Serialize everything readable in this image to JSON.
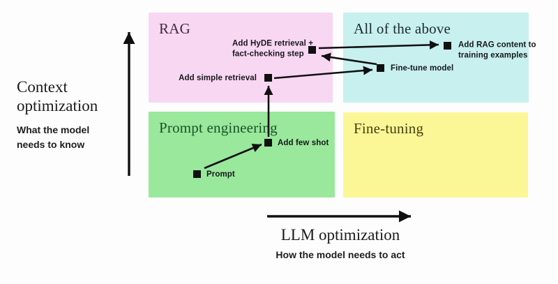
{
  "diagram": {
    "y_axis": {
      "title": "Context\noptimization",
      "subtitle": "What the model\nneeds to know"
    },
    "x_axis": {
      "title": "LLM optimization",
      "subtitle": "How the model needs to act"
    }
  },
  "quadrants": {
    "rag": {
      "label": "RAG",
      "bg": "#f8d7f3",
      "fg": "#3e2a40"
    },
    "all_of_the_above": {
      "label": "All of the above",
      "bg": "#c7f0ef",
      "fg": "#1c2b2e"
    },
    "prompt_engineering": {
      "label": "Prompt engineering",
      "bg": "#99e89c",
      "fg": "#1a5426"
    },
    "fine_tuning": {
      "label": "Fine-tuning",
      "bg": "#fbf796",
      "fg": "#454011"
    }
  },
  "nodes": {
    "prompt": {
      "label": "Prompt"
    },
    "few_shot": {
      "label": "Add few shot"
    },
    "simple_retrieval": {
      "label": "Add simple retrieval"
    },
    "hyde": {
      "label": "Add HyDE retrieval +\nfact-checking step"
    },
    "fine_tune_model": {
      "label": "Fine-tune model"
    },
    "rag_content": {
      "label": "Add RAG content to\ntraining examples"
    }
  },
  "flow": [
    {
      "from": "Prompt",
      "to": "Add few shot"
    },
    {
      "from": "Add few shot",
      "to": "Add simple retrieval"
    },
    {
      "from": "Add simple retrieval",
      "to": "Fine-tune model"
    },
    {
      "from": "Fine-tune model",
      "to": "Add HyDE retrieval + fact-checking step"
    },
    {
      "from": "Add HyDE retrieval + fact-checking step",
      "to": "Add RAG content to training examples"
    }
  ],
  "colors": {
    "arrow": "#101010",
    "node_marker": "#101010",
    "label_text": "#17171a"
  }
}
